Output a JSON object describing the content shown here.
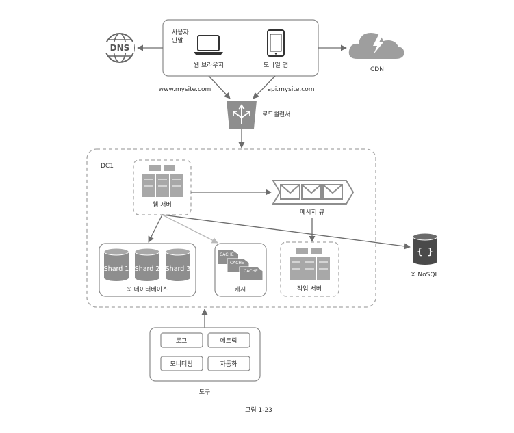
{
  "client": {
    "title_line1": "사용자",
    "title_line2": "단말",
    "web_browser": "웹 브라우저",
    "mobile_app": "모바일 앱"
  },
  "dns": {
    "label": "DNS"
  },
  "cdn": {
    "label": "CDN"
  },
  "urls": {
    "web": "www.mysite.com",
    "api": "api.mysite.com"
  },
  "load_balancer": {
    "label": "로드밸런서"
  },
  "dc": {
    "label": "DC1",
    "web_server": "웹 서버",
    "message_queue": "메시지 큐",
    "database": {
      "label": "① 데이터베이스",
      "shards": [
        "Shard 1",
        "Shard 2",
        "Shard 3"
      ]
    },
    "cache": {
      "label": "캐시",
      "tags": [
        "CACHE",
        "CACHE",
        "CACHE"
      ]
    },
    "worker": "작업 서버"
  },
  "nosql": {
    "label": "② NoSQL",
    "symbol": "{ }"
  },
  "tools": {
    "label": "도구",
    "items": [
      "로그",
      "메트릭",
      "모니터링",
      "자동화"
    ]
  },
  "caption": "그림 1-23"
}
